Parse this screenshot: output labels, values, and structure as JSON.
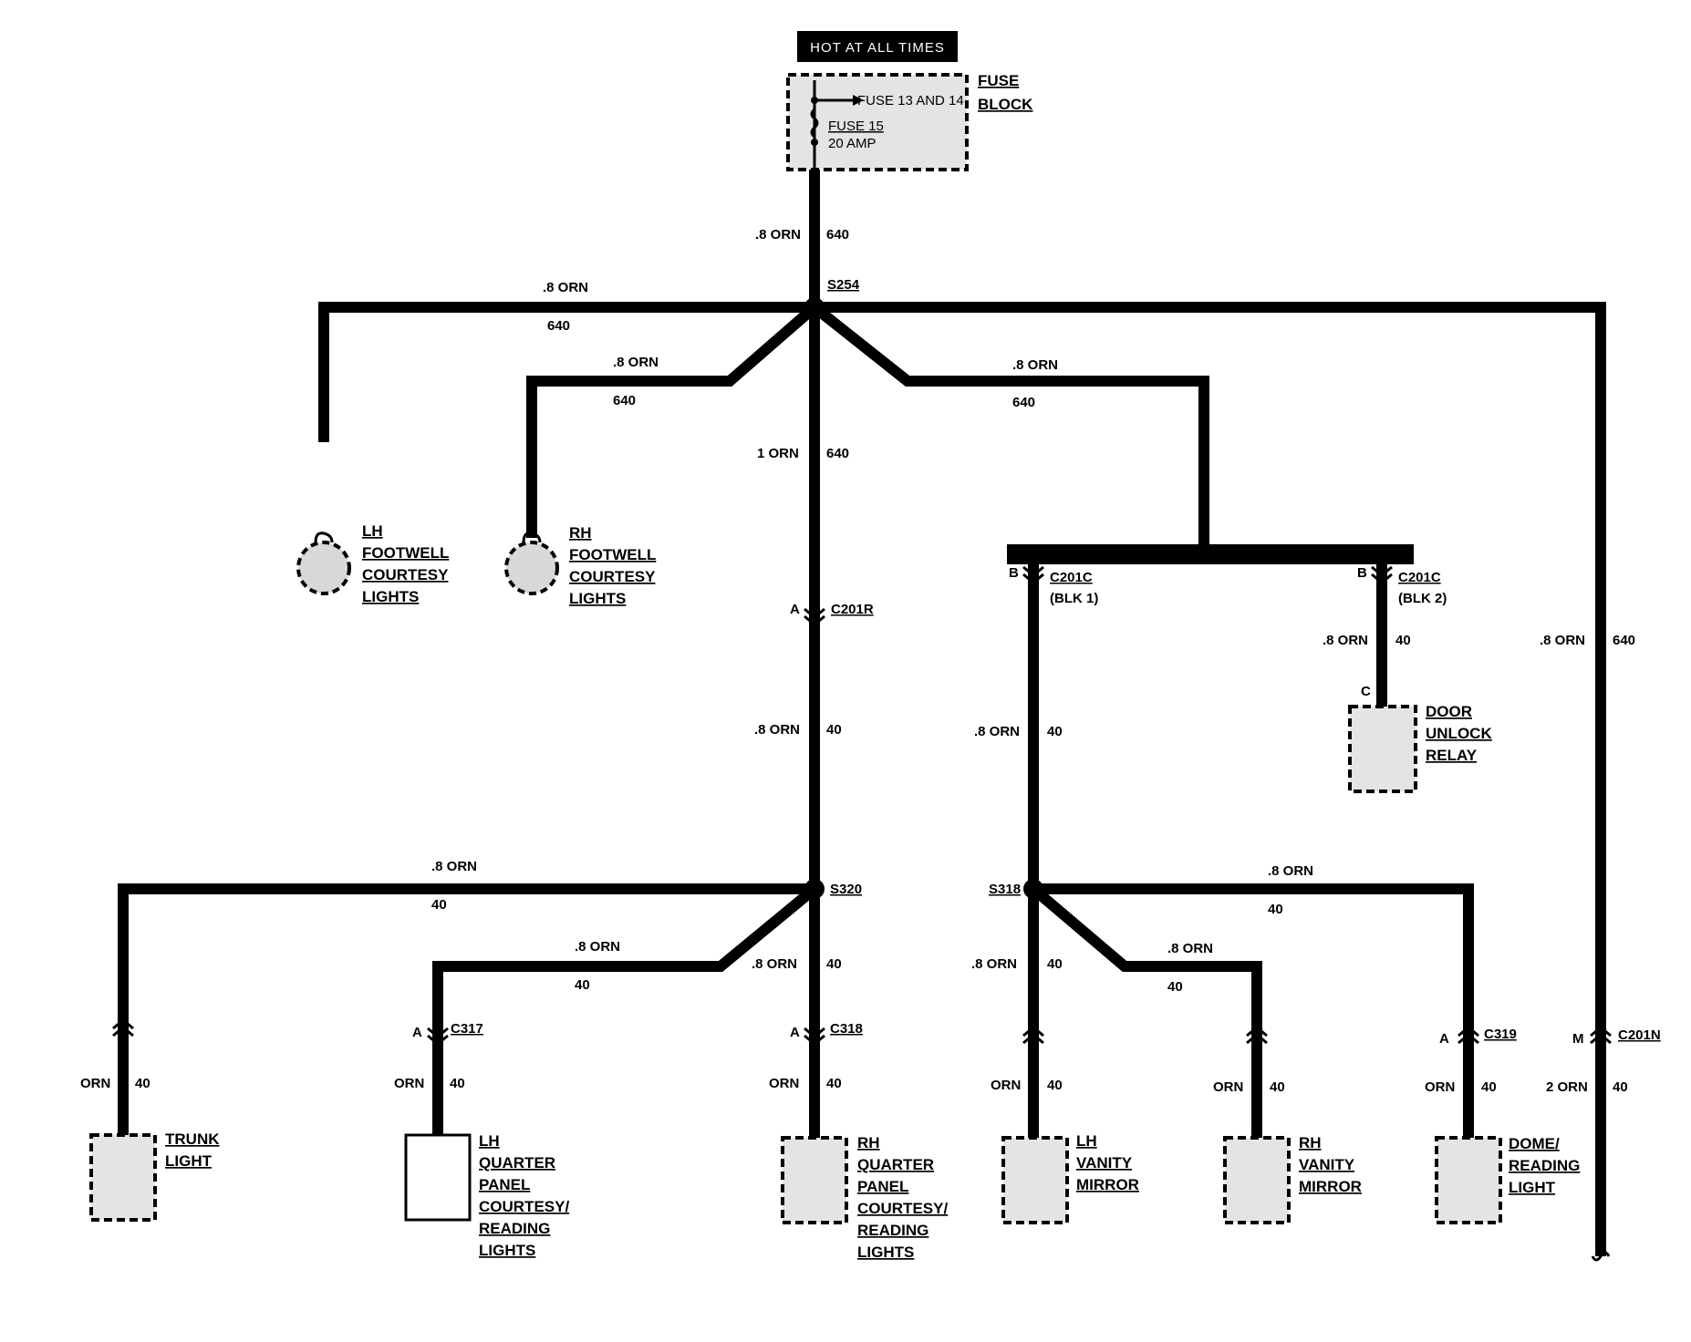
{
  "power": {
    "hot_label": "HOT AT ALL TIMES",
    "fuse_block": [
      "FUSE",
      "BLOCK"
    ],
    "fuse_feed": "FUSE 13 AND 14",
    "fuse_name": "FUSE 15",
    "fuse_rating": "20 AMP"
  },
  "wires": {
    "main_gauge": ".8 ORN",
    "main_circuit": "640",
    "left_gauge": ".8 ORN",
    "left_circuit": "640",
    "rh_foot_gauge": ".8 ORN",
    "rh_foot_circuit": "640",
    "center_gauge": "1 ORN",
    "center_circuit": "640",
    "right_gauge": ".8 ORN",
    "right_circuit": "640",
    "c201r_gauge": ".8 ORN",
    "c201r_circuit": "40",
    "blk1_gauge": ".8 ORN",
    "blk1_circuit": "40",
    "blk2_gauge": ".8 ORN",
    "blk2_circuit": "40",
    "far_right_gauge": ".8 ORN",
    "far_right_circuit": "640",
    "trunk_top_gauge": ".8 ORN",
    "trunk_top_circuit": "40",
    "lhq_top_gauge": ".8 ORN",
    "lhq_top_circuit": "40",
    "s320_down_gauge": ".8 ORN",
    "s320_down_circuit": "40",
    "s318_down_gauge": ".8 ORN",
    "s318_down_circuit": "40",
    "rhv_top_gauge": ".8 ORN",
    "rhv_top_circuit": "40",
    "dome_top_gauge": ".8 ORN",
    "dome_top_circuit": "40",
    "trunk_gauge": "ORN",
    "trunk_circuit": "40",
    "lhq_gauge": "ORN",
    "lhq_circuit": "40",
    "rhq_gauge": "ORN",
    "rhq_circuit": "40",
    "lhv_gauge": "ORN",
    "lhv_circuit": "40",
    "rhv_gauge": "ORN",
    "rhv_circuit": "40",
    "dome_gauge": "ORN",
    "dome_circuit": "40",
    "c201n_gauge": "2 ORN",
    "c201n_circuit": "40"
  },
  "splices": {
    "s254": "S254",
    "s320": "S320",
    "s318": "S318"
  },
  "connectors": {
    "c201r": {
      "name": "C201R",
      "pin": "A"
    },
    "c201c_1": {
      "name": "C201C",
      "sub": "(BLK 1)",
      "pin": "B"
    },
    "c201c_2": {
      "name": "C201C",
      "sub": "(BLK 2)",
      "pin": "B"
    },
    "relay_pin": "C",
    "c317": {
      "name": "C317",
      "pin": "A"
    },
    "c318": {
      "name": "C318",
      "pin": "A"
    },
    "c319": {
      "name": "C319",
      "pin": "A"
    },
    "c201n": {
      "name": "C201N",
      "pin": "M"
    }
  },
  "components": {
    "lh_footwell": [
      "LH",
      "FOOTWELL",
      "COURTESY",
      "LIGHTS"
    ],
    "rh_footwell": [
      "RH",
      "FOOTWELL",
      "COURTESY",
      "LIGHTS"
    ],
    "door_unlock": [
      "DOOR",
      "UNLOCK",
      "RELAY"
    ],
    "trunk": [
      "TRUNK",
      "LIGHT"
    ],
    "lh_quarter": [
      "LH",
      "QUARTER",
      "PANEL",
      "COURTESY/",
      "READING",
      "LIGHTS"
    ],
    "rh_quarter": [
      "RH",
      "QUARTER",
      "PANEL",
      "COURTESY/",
      "READING",
      "LIGHTS"
    ],
    "lh_vanity": [
      "LH",
      "VANITY",
      "MIRROR"
    ],
    "rh_vanity": [
      "RH",
      "VANITY",
      "MIRROR"
    ],
    "dome": [
      "DOME/",
      "READING",
      "LIGHT"
    ]
  }
}
